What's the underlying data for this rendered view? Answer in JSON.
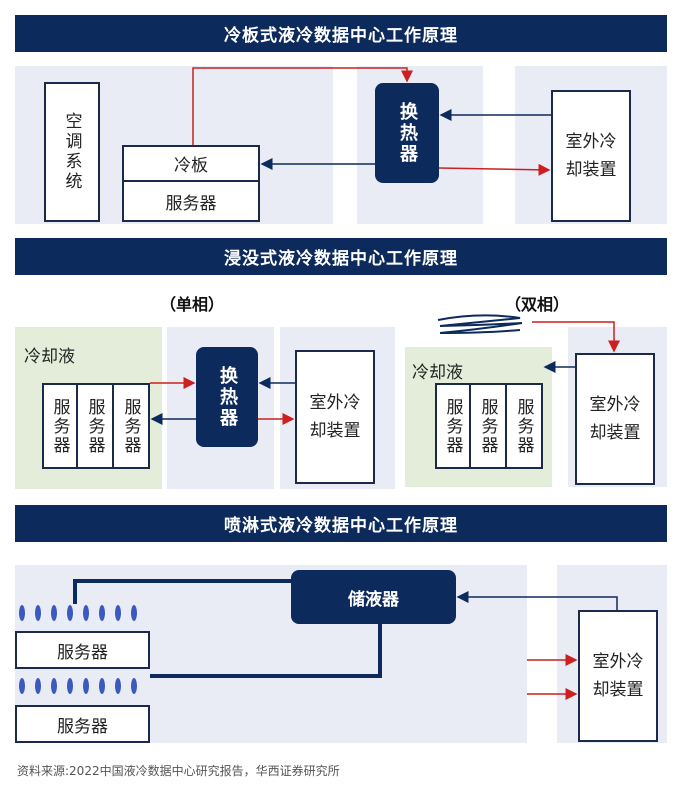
{
  "sections": {
    "cold_plate_title": "冷板式液冷数据中心工作原理",
    "immersion_title": "浸没式液冷数据中心工作原理",
    "spray_title": "喷淋式液冷数据中心工作原理"
  },
  "cold_plate": {
    "ac_system": "空调系统",
    "cold_plate": "冷板",
    "server": "服务器",
    "heat_exchanger": "换热器",
    "outdoor_cooling": "室外冷却装置"
  },
  "immersion": {
    "single_phase": "（单相）",
    "two_phase": "（双相）",
    "coolant": "冷却液",
    "server": "服务器",
    "heat_exchanger": "换热器",
    "outdoor_cooling": "室外冷却装置"
  },
  "spray": {
    "reservoir": "储液器",
    "server_1": "服务器",
    "server_2": "服务器",
    "outdoor_cooling": "室外冷却装置"
  },
  "source": "资料来源:2022中国液冷数据中心研究报告，华西证券研究所",
  "colors": {
    "navy": "#0d2a5c",
    "red": "#cc1f1f",
    "panel": "#e9ebf5",
    "green_panel": "#e4edd9",
    "drop": "#3a5bbd"
  }
}
